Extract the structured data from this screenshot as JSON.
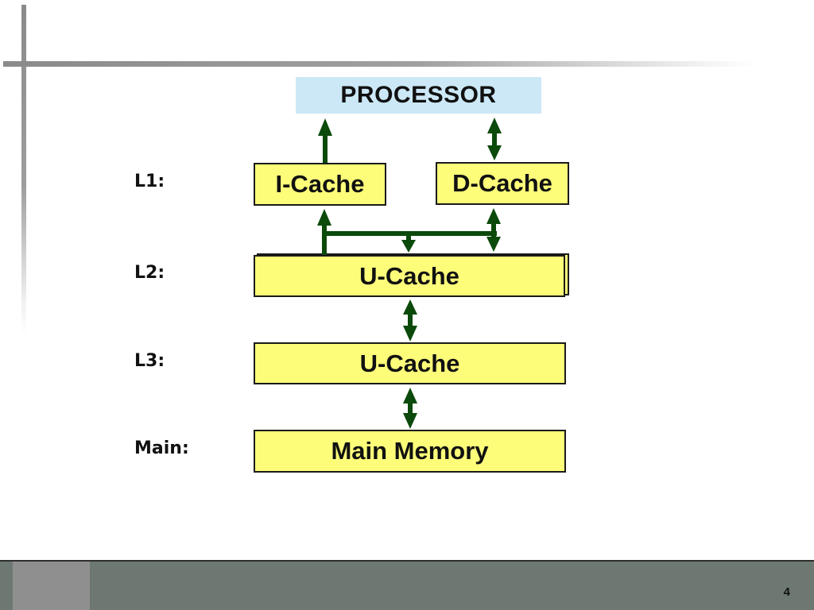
{
  "diagram": {
    "processor": "PROCESSOR",
    "l1": {
      "label": "L1:",
      "icache": "I-Cache",
      "dcache": "D-Cache"
    },
    "l2": {
      "label": "L2:",
      "box": "U-Cache"
    },
    "l3": {
      "label": "L3:",
      "box": "U-Cache"
    },
    "main": {
      "label": "Main:",
      "box": "Main Memory"
    }
  },
  "footer": {
    "page_number": "4"
  },
  "colors": {
    "processor_fill": "#cce8f7",
    "cache_fill": "#fefd7a",
    "arrow": "#0b4a0b",
    "footer": "#6e7873"
  }
}
